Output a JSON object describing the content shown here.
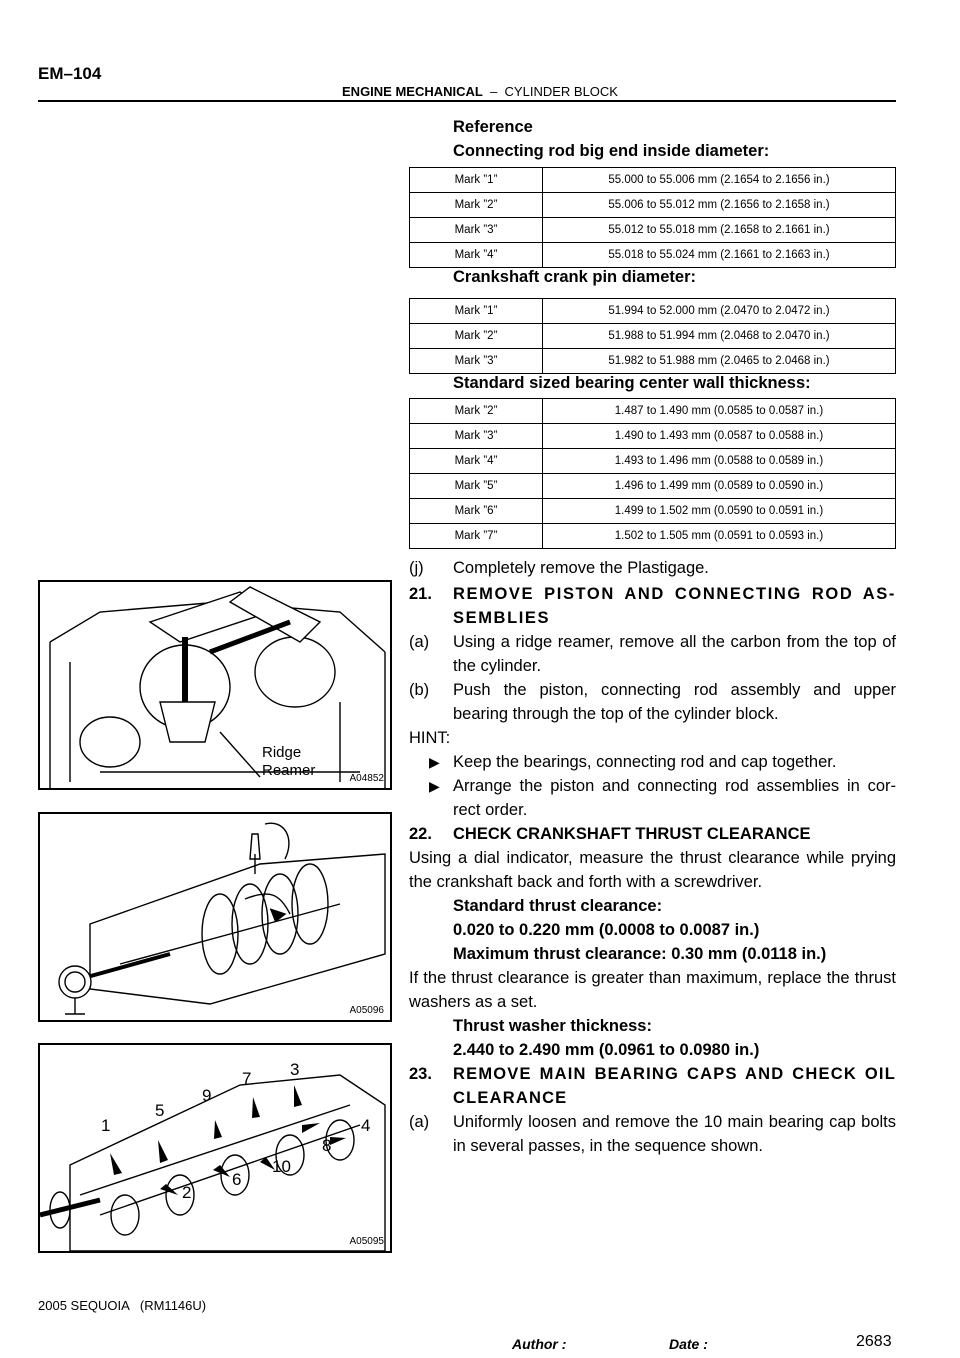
{
  "header": {
    "page_id": "EM–104",
    "section_bold": "ENGINE MECHANICAL",
    "section_sep": "  –  ",
    "section_sub": "CYLINDER BLOCK"
  },
  "ref": {
    "reference_label": "Reference",
    "big_end_title": "Connecting rod big end inside diameter:",
    "big_end_rows": [
      [
        "Mark ”1”",
        "55.000 to 55.006 mm (2.1654 to 2.1656 in.)"
      ],
      [
        "Mark ”2”",
        "55.006 to 55.012 mm (2.1656 to 2.1658 in.)"
      ],
      [
        "Mark ”3”",
        "55.012 to 55.018 mm (2.1658 to 2.1661 in.)"
      ],
      [
        "Mark ”4”",
        "55.018 to 55.024 mm (2.1661 to 2.1663 in.)"
      ]
    ],
    "crank_pin_title": "Crankshaft crank pin diameter:",
    "crank_pin_rows": [
      [
        "Mark ”1”",
        "51.994 to 52.000 mm (2.0470 to 2.0472 in.)"
      ],
      [
        "Mark ”2”",
        "51.988 to 51.994 mm (2.0468 to 2.0470 in.)"
      ],
      [
        "Mark ”3”",
        "51.982 to 51.988 mm (2.0465 to 2.0468 in.)"
      ]
    ],
    "bearing_title": "Standard sized bearing center wall thickness:",
    "bearing_rows": [
      [
        "Mark ”2”",
        "1.487 to 1.490 mm (0.0585 to 0.0587 in.)"
      ],
      [
        "Mark ”3”",
        "1.490 to 1.493 mm (0.0587 to 0.0588 in.)"
      ],
      [
        "Mark ”4”",
        "1.493 to 1.496 mm (0.0588 to 0.0589 in.)"
      ],
      [
        "Mark ”5”",
        "1.496 to 1.499 mm (0.0589 to 0.0590 in.)"
      ],
      [
        "Mark ”6”",
        "1.499 to 1.502 mm (0.0590 to 0.0591 in.)"
      ],
      [
        "Mark ”7”",
        "1.502 to 1.505 mm (0.0591 to 0.0593 in.)"
      ]
    ]
  },
  "steps": {
    "j_num": "(j)",
    "j_text": "Completely remove the Plastigage.",
    "s21_num": "21.",
    "s21_text": "REMOVE PISTON AND CONNECTING ROD AS-SEMBLIES",
    "s21a_num": "(a)",
    "s21a_text": "Using a ridge reamer, remove all the carbon from the top of the cylinder.",
    "s21b_num": "(b)",
    "s21b_text": "Push the piston, connecting rod assembly and upper bearing through the top of the cylinder block.",
    "hint": "HINT:",
    "hint1": "Keep the bearings, connecting rod and cap together.",
    "hint2": "Arrange the piston and connecting rod assemblies in cor-rect order.",
    "s22_num": "22.",
    "s22_text": "CHECK CRANKSHAFT THRUST CLEARANCE",
    "s22_body": "Using a dial indicator, measure the thrust clearance while prying the crankshaft back and forth with a screwdriver.",
    "std_thrust_label": "Standard thrust clearance:",
    "std_thrust_value": "0.020 to 0.220 mm (0.0008 to 0.0087 in.)",
    "max_thrust": "Maximum thrust clearance: 0.30 mm (0.0118 in.)",
    "s22_body2": "If the thrust clearance is greater than maximum, replace the thrust washers as a set.",
    "washer_label": "Thrust washer thickness:",
    "washer_value": "2.440 to 2.490 mm (0.0961 to 0.0980 in.)",
    "s23_num": "23.",
    "s23_text": "REMOVE MAIN BEARING CAPS AND CHECK OIL CLEARANCE",
    "s23a_num": "(a)",
    "s23a_text": "Uniformly loosen and remove the 10 main bearing cap bolts in several passes, in the sequence shown."
  },
  "figures": {
    "fig1_code": "A04852",
    "fig1_label_1": "Ridge",
    "fig1_label_2": "Reamer",
    "fig2_code": "A05096",
    "fig3_code": "A05095",
    "fig3_numbers": [
      "1",
      "2",
      "3",
      "4",
      "5",
      "6",
      "7",
      "8",
      "9",
      "10"
    ]
  },
  "footer": {
    "model": "2005 SEQUOIA   (RM1146U)",
    "author": "Author :",
    "date": "Date :",
    "page_number": "2683"
  }
}
